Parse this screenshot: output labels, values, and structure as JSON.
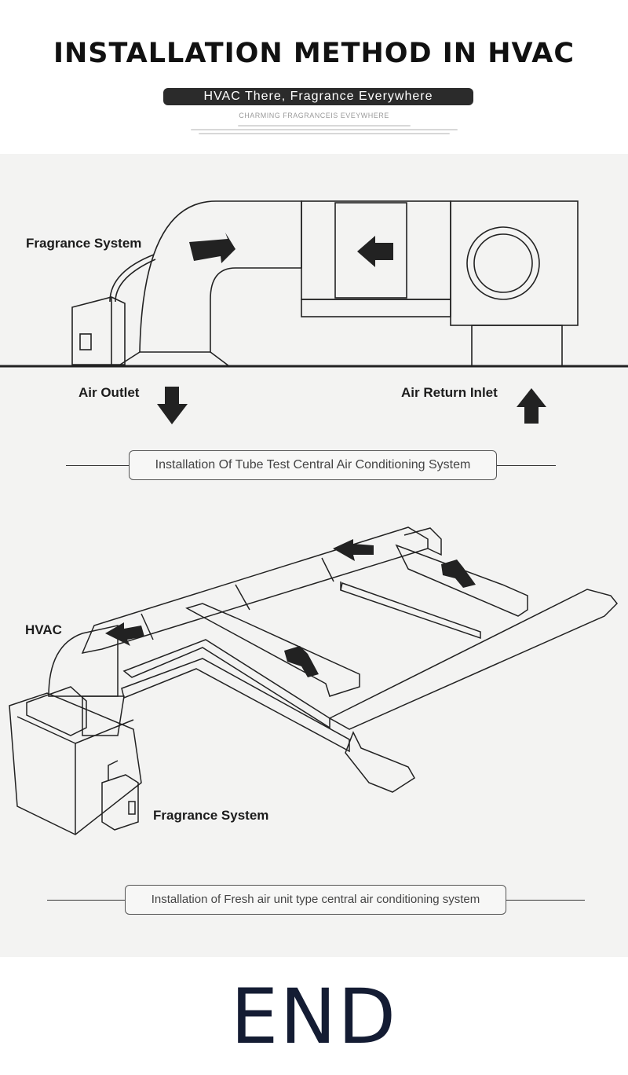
{
  "header": {
    "title": "INSTALLATION METHOD IN HVAC",
    "tagline": "HVAC There, Fragrance Everywhere",
    "subtagline": "CHARMING FRAGRANCEIS EVEYWHERE"
  },
  "diagram1": {
    "fragrance_label": "Fragrance System",
    "air_outlet_label": "Air Outlet",
    "air_return_label": "Air Return Inlet",
    "caption": "Installation Of Tube Test Central Air Conditioning System"
  },
  "diagram2": {
    "hvac_label": "HVAC",
    "fragrance_label": "Fragrance System",
    "caption": "Installation of Fresh air unit type central air conditioning system"
  },
  "footer": {
    "end_text": "END"
  },
  "colors": {
    "panel_bg": "#f3f3f2",
    "tagline_bg": "#2b2b2b",
    "end_color": "#141c33",
    "line_color": "#333333"
  }
}
